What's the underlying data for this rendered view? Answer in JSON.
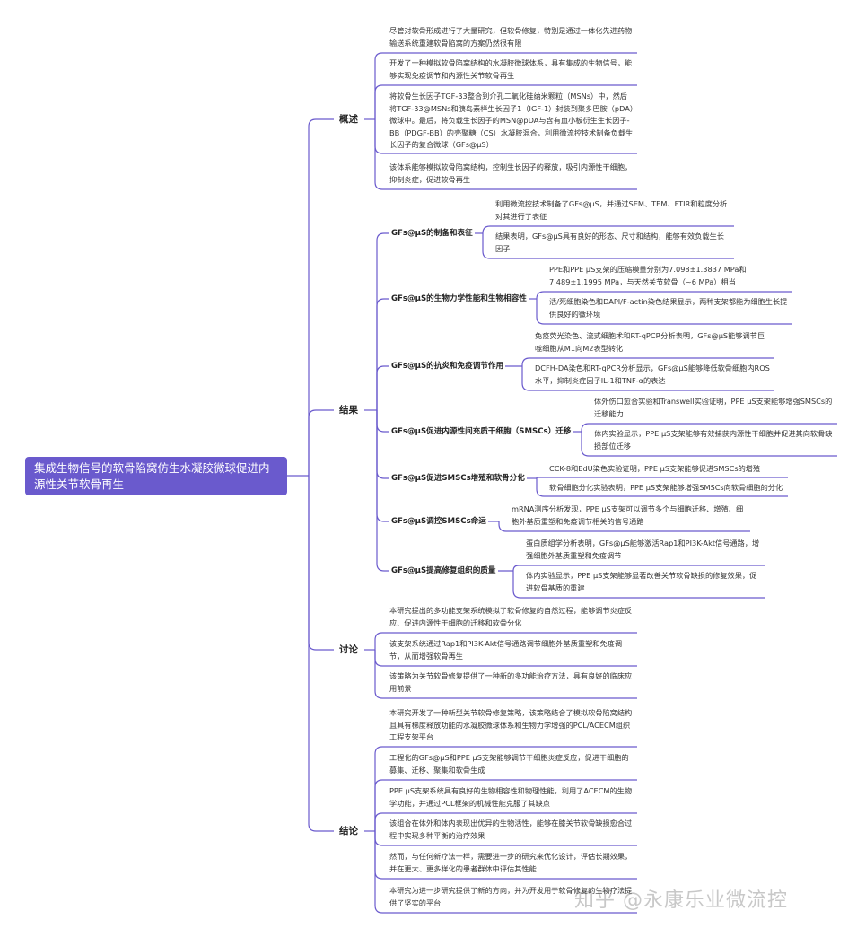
{
  "root": "集成生物信号的软骨陷窝仿生水凝胶微球促进内源性关节软骨再生",
  "sections": {
    "overview": {
      "label": "概述",
      "items": [
        "尽管对软骨形成进行了大量研究，但软骨修复，特别是通过一体化先进药物输送系统重建软骨陷窝的方案仍然很有限",
        "开发了一种模拟软骨陷窝结构的水凝胶微球体系，具有集成的生物信号，能够实现免疫调节和内源性关节软骨再生",
        "将软骨生长因子TGF-β3整合到介孔二氧化硅纳米颗粒（MSNs）中，然后将TGF-β3@MSNs和胰岛素样生长因子1（IGF-1）封装到聚多巴胺（pDA）微球中。最后，将负载生长因子的MSN@pDA与含有血小板衍生生长因子-BB（PDGF-BB）的壳聚糖（CS）水凝胶混合，利用微流控技术制备负载生长因子的复合微球（GFs@μS）",
        "该体系能够模拟软骨陷窝结构，控制生长因子的释放，吸引内源性干细胞，抑制炎症，促进软骨再生"
      ]
    },
    "results": {
      "label": "结果",
      "groups": [
        {
          "label": "GFs@μS的制备和表征",
          "items": [
            "利用微流控技术制备了GFs@μS，并通过SEM、TEM、FTIR和粒度分析对其进行了表征",
            "结果表明，GFs@μS具有良好的形态、尺寸和结构，能够有效负载生长因子"
          ]
        },
        {
          "label": "GFs@μS的生物力学性能和生物相容性",
          "items": [
            "PPE和PPE μS支架的压缩模量分别为7.098±1.3837 MPa和7.489±1.1995 MPa，与天然关节软骨（~6 MPa）相当",
            "活/死细胞染色和DAPI/F-actin染色结果显示，两种支架都能为细胞生长提供良好的微环境"
          ]
        },
        {
          "label": "GFs@μS的抗炎和免疫调节作用",
          "items": [
            "免疫荧光染色、流式细胞术和RT-qPCR分析表明，GFs@μS能够调节巨噬细胞从M1向M2表型转化",
            "DCFH-DA染色和RT-qPCR分析显示，GFs@μS能够降低软骨细胞内ROS水平，抑制炎症因子IL-1和TNF-α的表达"
          ]
        },
        {
          "label": "GFs@μS促进内源性间充质干细胞（SMSCs）迁移",
          "items": [
            "体外伤口愈合实验和Transwell实验证明，PPE μS支架能够增强SMSCs的迁移能力",
            "体内实验显示，PPE μS支架能够有效捕获内源性干细胞并促进其向软骨缺损部位迁移"
          ]
        },
        {
          "label": "GFs@μS促进SMSCs增殖和软骨分化",
          "items": [
            "CCK-8和EdU染色实验证明，PPE μS支架能够促进SMSCs的增殖",
            "软骨细胞分化实验表明，PPE μS支架能够增强SMSCs向软骨细胞的分化"
          ]
        },
        {
          "label": "GFs@μS调控SMSCs命运",
          "items": [
            "mRNA测序分析发现，PPE μS支架可以调节多个与细胞迁移、增殖、细胞外基质重塑和免疫调节相关的信号通路"
          ]
        },
        {
          "label": "GFs@μS提高修复组织的质量",
          "items": [
            "蛋白质组学分析表明，GFs@μS能够激活Rap1和PI3K-Akt信号通路，增强细胞外基质重塑和免疫调节",
            "体内实验显示，PPE μS支架能够显著改善关节软骨缺损的修复效果，促进软骨基质的重建"
          ]
        }
      ]
    },
    "discussion": {
      "label": "讨论",
      "items": [
        "本研究提出的多功能支架系统模拟了软骨修复的自然过程，能够调节炎症反应、促进内源性干细胞的迁移和软骨分化",
        "该支架系统通过Rap1和PI3K-Akt信号通路调节细胞外基质重塑和免疫调节，从而增强软骨再生",
        "该策略为关节软骨修复提供了一种新的多功能治疗方法，具有良好的临床应用前景"
      ]
    },
    "conclusion": {
      "label": "结论",
      "items": [
        "本研究开发了一种新型关节软骨修复策略，该策略结合了模拟软骨陷窝结构且具有梯度释放功能的水凝胶微球体系和生物力学增强的PCL/ACECM组织工程支架平台",
        "工程化的GFs@μS和PPE μS支架能够调节干细胞炎症反应，促进干细胞的募集、迁移、聚集和软骨生成",
        "PPE μS支架系统具有良好的生物相容性和物理性能，利用了ACECM的生物学功能，并通过PCL框架的机械性能克服了其缺点",
        "该组合在体外和体内表现出优异的生物活性，能够在膝关节软骨缺损愈合过程中实现多种平衡的治疗效果",
        "然而，与任何新疗法一样，需要进一步的研究来优化设计，评估长期效果，并在更大、更多样化的患者群体中评估其性能",
        "本研究为进一步研究提供了新的方向，并为开发用于软骨修复的生物疗法提供了坚实的平台"
      ]
    }
  },
  "watermark": "知乎 @永康乐业微流控",
  "colors": {
    "root_bg": "#6a5acd",
    "line": "#6a5acd",
    "text": "#333333"
  }
}
